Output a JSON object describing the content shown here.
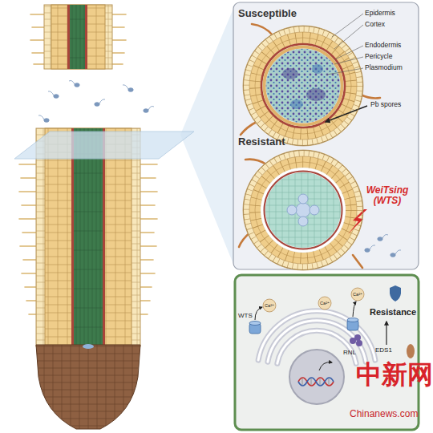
{
  "diagram": {
    "nodes": [
      {
        "text": [
          "Susceptible"
        ]
      },
      {
        "text": [
          "Resistant"
        ]
      }
    ],
    "labels": [
      "Epidermis",
      "Cortex",
      "Endodermis",
      "Pericycle",
      "Plasmodium",
      "Pb spores",
      "WeiTsing (WTS)",
      "Ca²⁺",
      "Ca²⁺",
      "Resistance",
      "WTS",
      "Ca²⁺",
      "RNL",
      "EDS1",
      "中新网",
      "Chinanews.com"
    ]
  }
}
